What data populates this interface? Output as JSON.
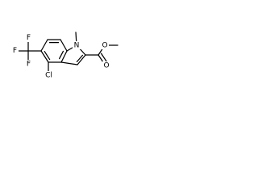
{
  "molecule": {
    "atoms": {
      "n1": "N",
      "n1_methyl": "",
      "o_carbonyl": "O",
      "o_ester": "O",
      "ester_methyl": "",
      "cl": "Cl",
      "f1": "F",
      "f2": "F",
      "f3": "F"
    }
  },
  "colors": {
    "bond": "#000000",
    "label": "#000000",
    "background": "#ffffff"
  }
}
